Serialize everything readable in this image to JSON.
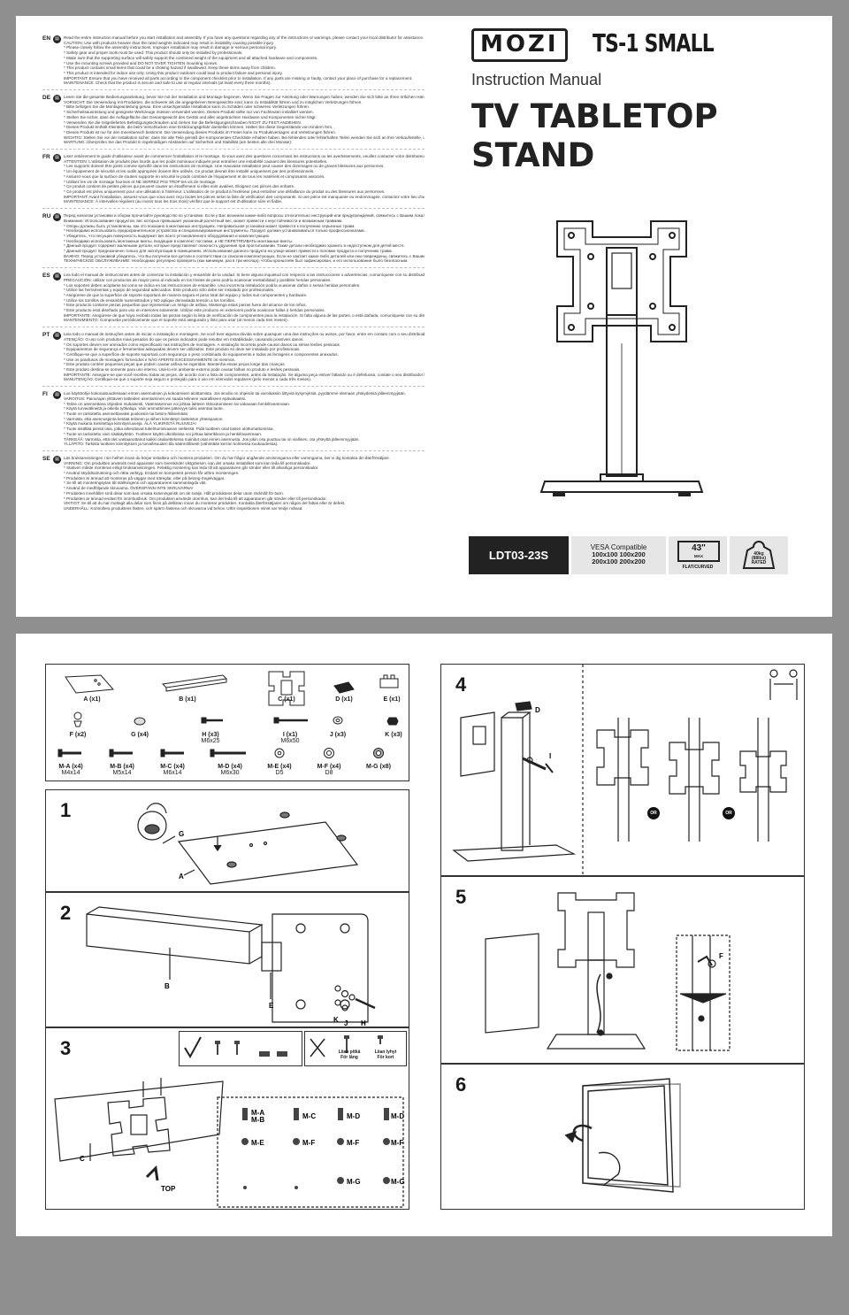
{
  "header": {
    "brand": "MOZI",
    "model": "TS-1 SMALL",
    "subtitle": "Instruction Manual",
    "title_line1": "TV TABLETOP",
    "title_line2": "STAND"
  },
  "specs": {
    "sku": "LDT03-23S",
    "vesa_title": "VESA Compatible",
    "vesa_line1": "100x100 100x200",
    "vesa_line2": "200x100 200x200",
    "tv_size": "43\"",
    "tv_max": "MAX",
    "tv_type": "FLAT/CURVED",
    "weight_line1": "40kg",
    "weight_line2": "(88lbs)",
    "weight_line3": "RATED"
  },
  "languages": [
    {
      "code": "EN",
      "lines": [
        "Read the entire instruction manual before you start installation and assembly. If you have any questions regarding any of the instructions or warnings, please contact your local distributor for assistance.",
        "CAUTION: Use with products heavier than the rated weights indicated may result in instability causing possible injury.",
        "* Please closely follow the assembly instructions. Improper installation may result in damage or serious personal injury.",
        "* Safety gear and proper tools must be used. This product should only be installed by professionals.",
        "* Make sure that the supporting surface will safely support the combined weight of the equipment and all attached hardware and components.",
        "* Use the mounting screws provided and DO NOT OVER TIGHTEN mounting screws.",
        "* This product contains small items that could be a choking hazard if swallowed. Keep these items away from children.",
        "* This product is intended for indoor use only. Using this product outdoors could lead to product failure and personal injury.",
        "IMPORTANT: Ensure that you have received all parts according to the component checklist prior to installation. If any parts are missing or faulty, contact your place of purchase for a replacement.",
        "MAINTENANCE: Check that the product is secure and safe to use at regular intervals (at least every three months)."
      ]
    },
    {
      "code": "DE",
      "lines": [
        "Lesen Sie die gesamte Bedienungsanleitung, bevor Sie mit der Installation und Montage beginnen. Wenn Sie Fragen zur Anleitung oder Warnungen haben, wenden Sie sich bitte an Ihren örtlichen Händler.",
        "VORSICHT: Die Verwendung mit Produkten, die schwerer als die angegebenen Nenngewichte sind, kann zu Instabilität führen und zu möglichen Verletzungen führen.",
        "* Bitte befolgen Sie die Montageanleitung genau. Eine unsachgemäße Installation kann zu Schäden oder schweren Verletzungen führen.",
        "* Sicherheitsausrüstung und geeignete Werkzeuge müssen verwendet werden. Dieses Produkt sollte nur von Fachleuten installiert werden.",
        "* Stellen Sie sicher, dass die Auflagefläche das Gesamtgewicht des Geräts und aller angebrachten Hardware und Komponenten sicher trägt.",
        "* Verwenden Sie die mitgelieferten Befestigungsschrauben und ziehen Sie die Befestigungsschrauben NICHT ZU FEST ANZIEHEN.",
        "* Dieses Produkt enthält Kleinteile, die beim Verschlucken eine Erstickungsgefahr darstellen können. Halten Sie diese Gegenstände von Kindern fern.",
        "* Dieses Produkt ist nur für den Innenbereich bestimmt. Die Verwendung dieses Produkts im Freien kann zu Produktversagen und Verletzungen führen.",
        "WICHTIG: Stellen Sie vor der Installation sicher, dass Sie alle Teile gemäß der Komponenten-Checkliste erhalten haben. Bei fehlenden oder fehlerhaften Teilen wenden Sie sich an Ihre Verkaufsstelle, um Ersatz zu erhalten.",
        "WARTUNG: Überprüfen Sie das Produkt in regelmäßigen Abständen auf Sicherheit und Stabilität (am besten alle drei Monate)."
      ]
    },
    {
      "code": "FR",
      "lines": [
        "Lisez entièrement le guide d'utilisateur avant de commencer l'installation et le montage. Si vous avez des questions concernant les instructions ou les avertissements, veuillez contacter votre distributeur local pour une assistance.",
        "ATTENTION: L'utilisation de produits plus lourds que les poids nominaux indiqués peut entraîner une instabilité causant des blessures potentielles.",
        "* Les supports doivent être joints comme spécifié dans les instructions de montage. Une mauvaise installation peut causer des dommages ou de graves blessures aux personnes.",
        "* Un équipement de sécurité et les outils appropriés doivent être utilisés. Ce produit devrait être installé uniquement par des professionnels.",
        "* Assurez-vous que la surface de soutien supporte en sécurité le poids combiné de l'équipement et de tous les matériels et composants associés.",
        "* Utilisez les vis de montage fournies et NE SERREZ PAS TROP les vis de montage.",
        "* Ce produit contient de petites pièces qui peuvent causer un étouffement si elles sont avalées. Éloignez ces pièces des enfants.",
        "* Ce produit est prévu uniquement pour une utilisation à l'intérieur. L'utilisation de ce produit à l'extérieur peut entraîner une défaillance du produit ou des blessures aux personnes.",
        "IMPORTANT: Avant l'installation, assurez-vous que vous avez reçu toutes les pièces selon la liste de vérification des composants. Si une pièce est manquante ou endommagée, contactez votre lieu d'achat pour la remplacer.",
        "MAINTENANCE: À intervalles réguliers (au moins tous les trois mois) vérifiez que le support est d'utilisation sûre et fiable."
      ]
    },
    {
      "code": "RU",
      "lines": [
        "Перед началом установки и сборки прочитайте руководство по установке. Если у Вас возникли какие-либо вопросы относительно инструкций или предупреждений, свяжитесь с Вашим локальным распространителем для получения помощи.",
        "Внимание: Использование продуктов, вес которых превышает указанный расчетный вес, может привести к неустойчивости и возможным травмам.",
        "* Опоры должны быть установлены, как это показано в монтажных инструкциях. Неправильная установка может привести к получению серьезных травм.",
        "* Необходимо использовать предохранительное устройство и специализированные инструменты. Продукт должен устанавливаться только профессионалами.",
        "* Убедитесь, что несущая поверхность выдержит вес всего установленного оборудования и комплектующих.",
        "* Необходимо использовать монтажные винты, входящие в комплект поставки, и НЕ ПЕРЕТЯГИВАТЬ монтажные винты.",
        "* Данный продукт содержит маленькие детали, которые представляют опасность удушения при проглатывании. Такие детали необходимо хранить в недоступном для детей месте.",
        "* Данный продукт предназначен только для эксплуатации в помещениях. Использование данного продукта на улице может привести к поломке продукта и получению травм.",
        "ВАЖНО: Перед установкой убедитесь, что Вы получили все детали в соответствии со списком комплектующих. Если не хватает каких-либо деталей или они повреждены, свяжитесь с Вашим местным распространителем по вопросу замены.",
        "ТЕХНИЧЕСКОЕ ОБСЛУЖИВАНИЕ: Необходимо регулярно проверять (как минимум, раз в три месяца), чтобы кронштейн был зафиксирован, и его использование было безопасным."
      ]
    },
    {
      "code": "ES",
      "lines": [
        "Lea todo el manual de instrucciones antes de comenzar la instalación y ensamble de la unidad. Si tiene alguna inquietud con respecto a las instrucciones o advertencias, comuníquese con su distribuidor local.",
        "PRECAUCIÓN: utilizar con productos de mayor peso al indicado en los límites de peso podría ocasionar inestabilidad y posibles heridas personales.",
        "* Los soportes deben acoplarse tal como se indica en las instrucciones de ensamble. Una incorrecta instalación podría ocasionar daños o serias heridas personales.",
        "* Utilice las herramientas y equipo de seguridad adecuados. Este producto sólo debe ser instalado por profesionales.",
        "* Asegúrese de que la superficie de soporte soportará de manera segura el peso total del equipo y todos sus componentes y hardware.",
        "* Utilice los tornillos de ensamble suministrados y NO aplique demasiada tensión a los tornillos.",
        "* Este producto contiene piezas pequeñas que representan un riesgo de asfixia. Mantenga estas piezas fuera del alcance de los niños.",
        "* Este producto está diseñado para uso en interiores solamente. Utilizar este producto en exteriores podría ocasionar fallas o heridas personales.",
        "IMPORTANTE: Asegúrese de que haya recibido todas las piezas según la lista de verificación de componentes para la instalación. Si falta alguna de las partes, o está dañada, comuníquese con su distribuidor.",
        "MANTENIMIENTO: Compruebe periódicamente que el soporte está asegurado y listo para usar (al menos cada tres meses)."
      ]
    },
    {
      "code": "PT",
      "lines": [
        "Leia todo o manual de instruções antes de iniciar a instalação e montagem. Se você tiver alguma dúvida sobre quaisquer uma das instruções ou avisos, por favor, entre em contato com o seu distribuidor local para assistência.",
        "ATENÇÃO: O uso com produtos mais pesados do que os pesos indicados pode resultar em instabilidade, causando possíveis danos.",
        "* Os suportes devem ser anexados como especificado nas instruções de montagem. A instalação incorreta pode causar danos ou sérias lesões pessoais.",
        "* Equipamentos de segurança e ferramentas adequadas devem ser utilizados. Este produto só deve ser instalado por profissionais.",
        "* Certifique-se que a superfície de suporte suportará com segurança o peso combinado do equipamento e todas as ferragens e componentes anexados.",
        "* Use os parafusos de montagem fornecidos e NÃO APERTE EXCESSIVAMENTE os mesmos.",
        "* Este produto contém pequenas peças que podem causar asfixia se ingeridas. Mantenha essas peças longe das crianças.",
        "* Este produto destina-se somente para uso interno. Usá-lo em ambiente externo pode causar falhas no produto e lesões pessoais.",
        "IMPORTANTE: Assegure-se que você recebeu todas as peças, de acordo com a lista de componentes, antes da instalação. Se alguma peça estiver faltando ou é defeituosa, contate o seu distribuidor local para substituição.",
        "MANUTENÇÃO: Certifique-se que o suporte seja seguro e protegido para o uso em intervalos regulares (pelo menos a cada três meses)."
      ]
    },
    {
      "code": "FI",
      "lines": [
        "Lue käyttöohje kokonaisuudessaan ennen asennuksen ja kokoamisen aloittamista. Jos sinulla on ohjeisiin tai varoituksiin liittyviä kysymyksiä, pyydämme olemaan yhteydessä jälleenmyyjään.",
        "VAROITUS: Painorajan ylittävien laitteiden asentaminen voi saada telineen vaaralliseen epävakaaksi.",
        "* Teline on asennettava ohjeiden mukaisesti. Väärinasennus voi johtaa laitteen rikkoutumiseen tai vakavaan henkilövammaan.",
        "* Käytä turvavälineitä ja oikeita työkaluja. Vain ammattimies pätevyys tulisi asentaa tuote.",
        "* Tuote on tarkoitettu asennettavaksi puukiosiin tai betoni-/tiiliseinään.",
        "* Varmista, että asennuspinta kestää telineen ja siihen kiinnitetyn laitteiston yhteispainon.",
        "* Käytä mukana toimitettuja kiinnitysruuveja. ÄLÄ YLIKIRISTÄ RUUVEJA!",
        "* Tuote sisältää pieniä osia, jotka aiheuttavat tukehtumisvaaran niellessä. Pidä tuotteen osat lasten ulottumattomissa.",
        "* Tuote on tarkoitettu vain sisäkäyttöön. Tuotteen käyttö ulkotiloissa voi johtaa laiterikkoon ja henkilövammaan.",
        "TÄRKEÄÄ: Varmista, että olet vastaanottanut kaikki osaluettelossa mainitut osat ennen asennusta. Jos jokin osa puuttuu tai on viallinen, ota yhteyttä jälleenmyyjään.",
        "YLLÄPITO: Tarkista tuotteen kiinnityksen ja turvallisuuden tila säännöllisesti (vähintään kerran kolmessa kuukaudessa)."
      ]
    },
    {
      "code": "SE",
      "lines": [
        "Läs bruksanvisningen i sin helhet innan du börjar installera och montera produkten. Om du har frågor angående anvisningarna eller varningarna, ber vi dig kontakta din återförsäljare.",
        "VARNING: Om produkten används med apparater som överskrider viktgränsen, kan det orsaka instabilitet som kan leda till personskador.",
        "* Stativen måste monteras enligt bruksanvisningen. Felaktig montering kan leda till att apparaturen går sönder eller till allvarliga personskador.",
        "* Använd skyddsutrustning och rätta verktyg. Endast en kompetent person får utföra monteringen.",
        "* Produkten är ämnad att monteras på väggar med träreglar, eller på betong-/tegelväggar.",
        "* Se till att monteringsytan tål ställningens och apparaturens sammanlagda vikt.",
        "* Använd de medföljande skruvarna. ÖVERSPÄNN INTE SKRUVARNA!",
        "* Produkten innehåller små delar som kan orsaka kvävningsrisk om de sväljs. Håll produktens delar utom räckhåll för barn.",
        "* Produkten är ämnad endast för inomhusbruk. Om produkten används utomhus, kan det leda till att apparaturen går sönder eller till personskador.",
        "VIKTIGT: Se till att du har mottagit alla delar som finns på dellistan innan du monterar produkten. Kontakta återförsäljaren om någon del fattas eller är defekt.",
        "UNDERHÅLL: Kontrollera produktens fästen, och spärrn fästena och skruvarna vid behov. Utför inspektionen minst var tredje månad."
      ]
    }
  ],
  "parts": [
    {
      "label": "A (x1)",
      "sub": ""
    },
    {
      "label": "B (x1)",
      "sub": ""
    },
    {
      "label": "C (x1)",
      "sub": ""
    },
    {
      "label": "D (x1)",
      "sub": ""
    },
    {
      "label": "E (x1)",
      "sub": ""
    },
    {
      "label": "F (x2)",
      "sub": ""
    },
    {
      "label": "G (x4)",
      "sub": ""
    },
    {
      "label": "H (x3)",
      "sub": "M6x25"
    },
    {
      "label": "I (x1)",
      "sub": "M6x50"
    },
    {
      "label": "J (x3)",
      "sub": ""
    },
    {
      "label": "K (x3)",
      "sub": ""
    },
    {
      "label": "M-A (x4)",
      "sub": "M4x14"
    },
    {
      "label": "M-B (x4)",
      "sub": "M5x14"
    },
    {
      "label": "M-C (x4)",
      "sub": "M6x14"
    },
    {
      "label": "M-D (x4)",
      "sub": "M6x30"
    },
    {
      "label": "M-E (x4)",
      "sub": "D5"
    },
    {
      "label": "M-F (x4)",
      "sub": "D8"
    },
    {
      "label": "M-G (x8)",
      "sub": ""
    }
  ],
  "steps": {
    "s1": "1",
    "s2": "2",
    "s3": "3",
    "s4": "4",
    "s5": "5",
    "s6": "6",
    "step1_labels": {
      "g": "G",
      "a": "A"
    },
    "step2_labels": {
      "b": "B",
      "e": "E",
      "k": "K",
      "j": "J",
      "h": "H"
    },
    "step3_labels": {
      "c": "C",
      "top": "TOP"
    },
    "step3_too_long": "Liian pitkä\nFör lång",
    "step3_too_short": "Liian lyhyt\nFör kort",
    "step3_screws": {
      "ma": "M-A",
      "mb": "M-B",
      "mc": "M-C",
      "md": "M-D",
      "md2": "M-D",
      "me": "M-E",
      "mf": "M-F",
      "mf2": "M-F",
      "mf3": "M-F",
      "mg": "M-G",
      "mg2": "M-G"
    },
    "step4_labels": {
      "d": "D",
      "i": "I"
    },
    "or": "OR",
    "step5_label": "F"
  }
}
